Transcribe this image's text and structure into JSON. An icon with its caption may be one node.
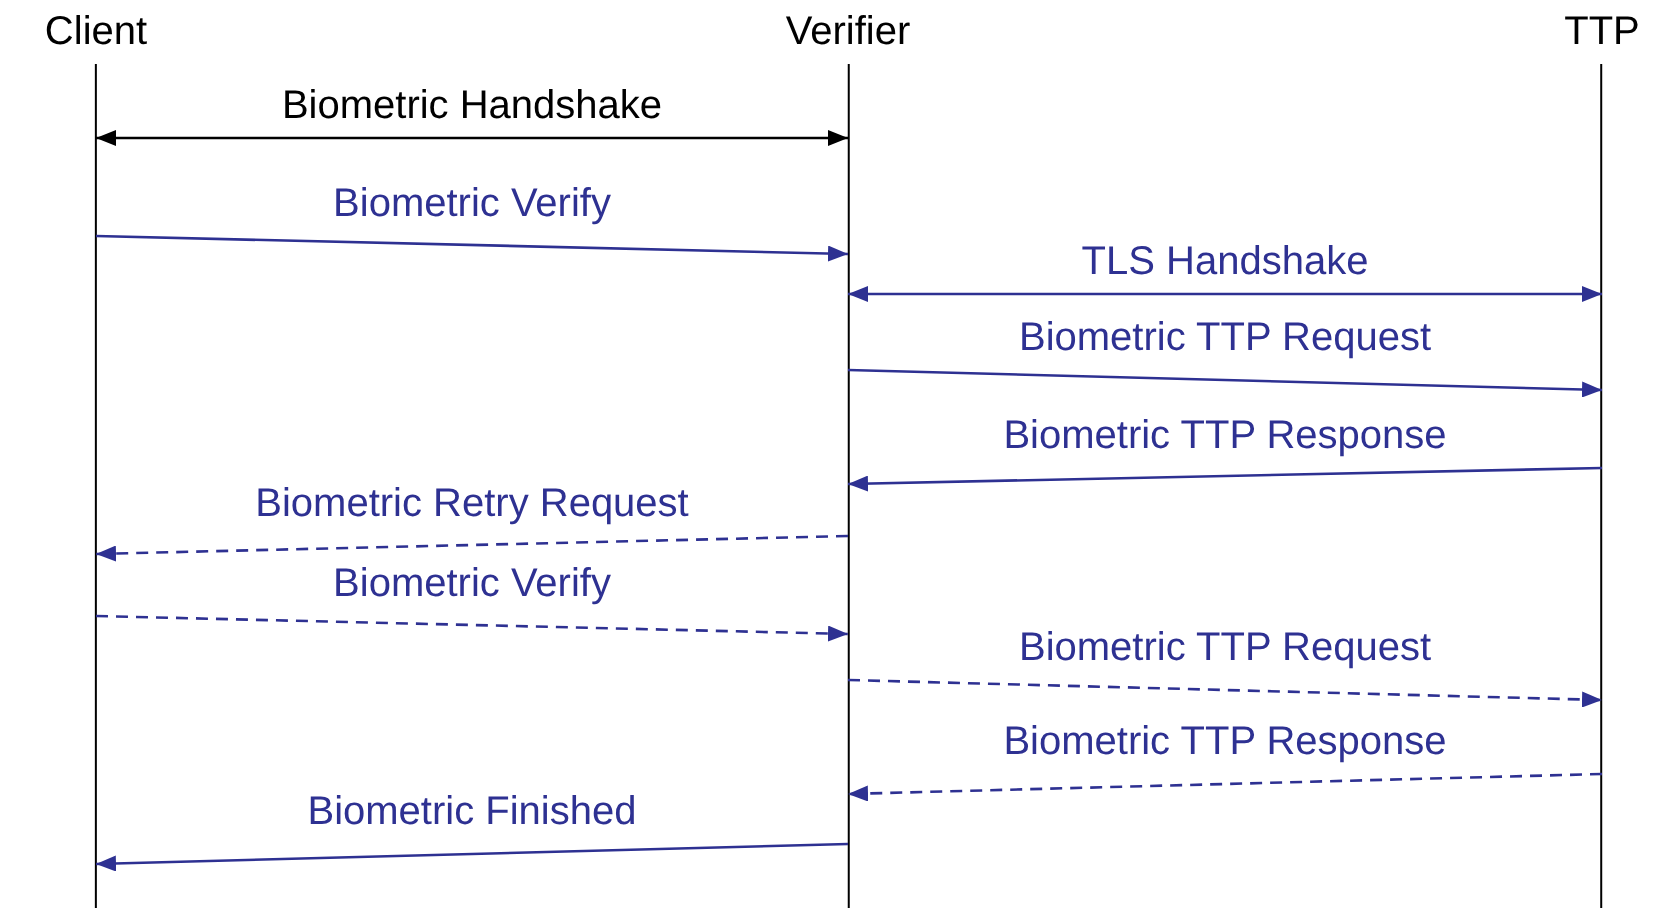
{
  "diagram": {
    "nodes": [
      {
        "text": [
          "Client"
        ]
      },
      {
        "text": [
          "Verifier"
        ]
      },
      {
        "text": [
          "TTP"
        ]
      }
    ],
    "edges": [
      {
        "from": 0,
        "to": 1,
        "arrow": "both",
        "label": "Biometric Handshake",
        "color": "#000000"
      },
      {
        "from": 0,
        "to": 1,
        "arrow": "to",
        "label": "Biometric Verify"
      },
      {
        "from": 1,
        "to": 2,
        "arrow": "both",
        "label": "TLS Handshake"
      },
      {
        "from": 1,
        "to": 2,
        "arrow": "to",
        "label": "Biometric TTP Request"
      },
      {
        "from": 2,
        "to": 1,
        "arrow": "to",
        "label": "Biometric TTP Response"
      },
      {
        "from": 1,
        "to": 0,
        "arrow": "to",
        "label": "Biometric Retry Request",
        "style": "dashed"
      },
      {
        "from": 0,
        "to": 1,
        "arrow": "to",
        "label": "Biometric Verify",
        "style": "dashed"
      },
      {
        "from": 1,
        "to": 2,
        "arrow": "to",
        "label": "Biometric TTP Request",
        "style": "dashed"
      },
      {
        "from": 2,
        "to": 1,
        "arrow": "to",
        "label": "Biometric TTP Response",
        "style": "dashed"
      },
      {
        "from": 1,
        "to": 0,
        "arrow": "to",
        "label": "Biometric Finished"
      }
    ]
  }
}
